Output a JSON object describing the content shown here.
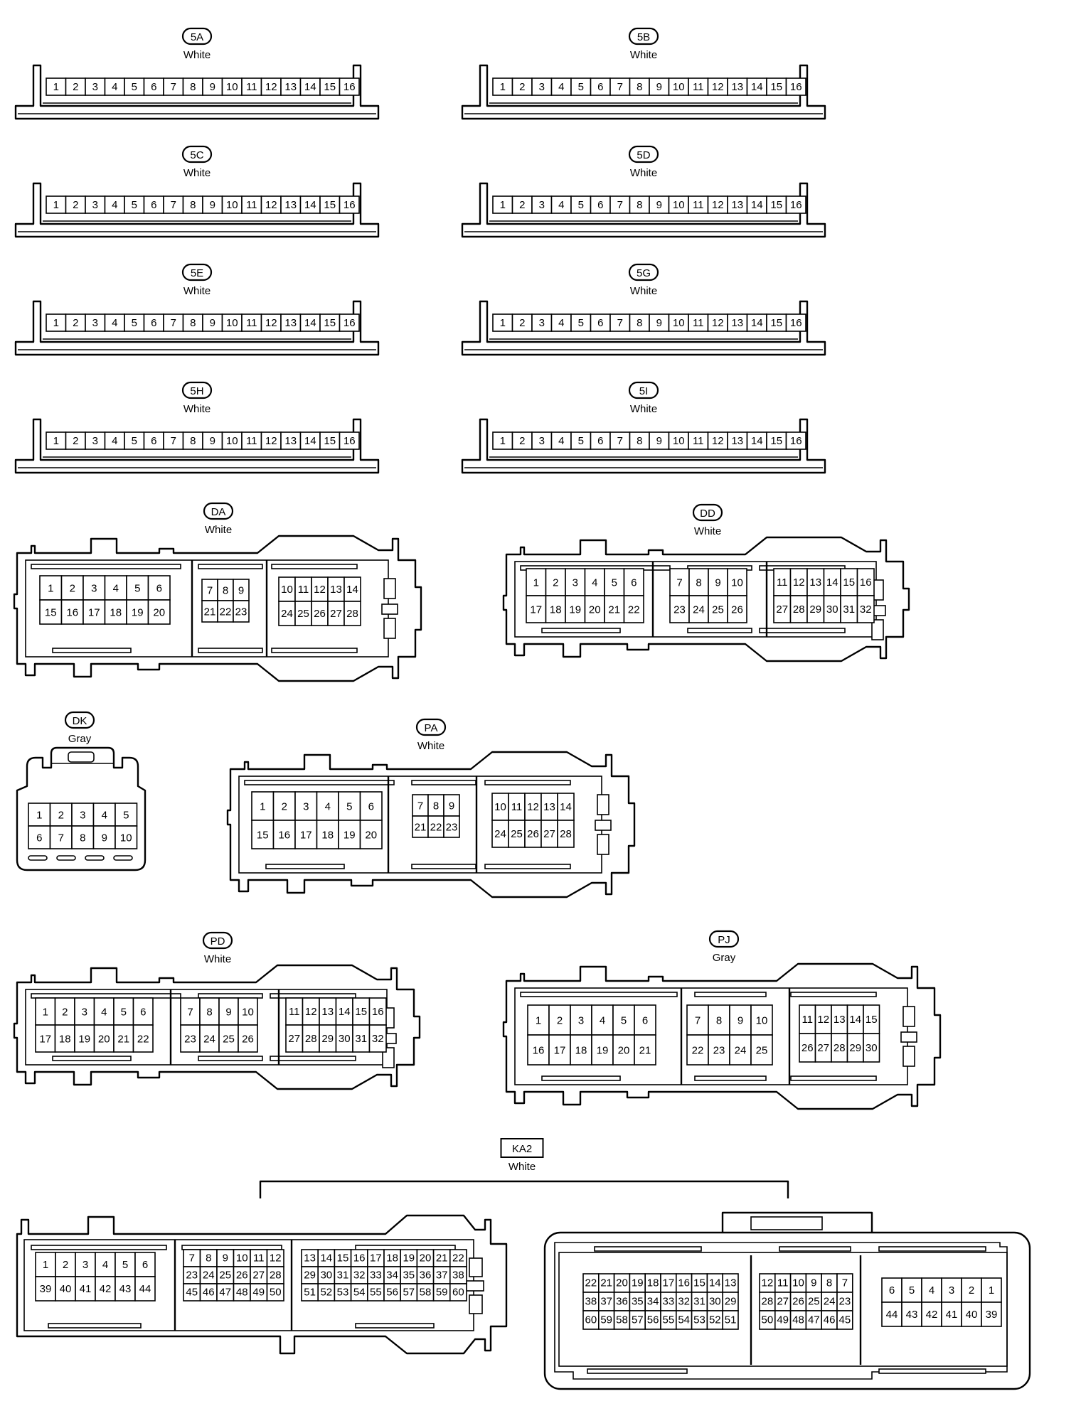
{
  "connectors": {
    "c5A": {
      "code": "5A",
      "color": "White",
      "pins": [
        "1",
        "2",
        "3",
        "4",
        "5",
        "6",
        "7",
        "8",
        "9",
        "10",
        "11",
        "12",
        "13",
        "14",
        "15",
        "16"
      ]
    },
    "c5B": {
      "code": "5B",
      "color": "White",
      "pins": [
        "1",
        "2",
        "3",
        "4",
        "5",
        "6",
        "7",
        "8",
        "9",
        "10",
        "11",
        "12",
        "13",
        "14",
        "15",
        "16"
      ]
    },
    "c5C": {
      "code": "5C",
      "color": "White",
      "pins": [
        "1",
        "2",
        "3",
        "4",
        "5",
        "6",
        "7",
        "8",
        "9",
        "10",
        "11",
        "12",
        "13",
        "14",
        "15",
        "16"
      ]
    },
    "c5D": {
      "code": "5D",
      "color": "White",
      "pins": [
        "1",
        "2",
        "3",
        "4",
        "5",
        "6",
        "7",
        "8",
        "9",
        "10",
        "11",
        "12",
        "13",
        "14",
        "15",
        "16"
      ]
    },
    "c5E": {
      "code": "5E",
      "color": "White",
      "pins": [
        "1",
        "2",
        "3",
        "4",
        "5",
        "6",
        "7",
        "8",
        "9",
        "10",
        "11",
        "12",
        "13",
        "14",
        "15",
        "16"
      ]
    },
    "c5G": {
      "code": "5G",
      "color": "White",
      "pins": [
        "1",
        "2",
        "3",
        "4",
        "5",
        "6",
        "7",
        "8",
        "9",
        "10",
        "11",
        "12",
        "13",
        "14",
        "15",
        "16"
      ]
    },
    "c5H": {
      "code": "5H",
      "color": "White",
      "pins": [
        "1",
        "2",
        "3",
        "4",
        "5",
        "6",
        "7",
        "8",
        "9",
        "10",
        "11",
        "12",
        "13",
        "14",
        "15",
        "16"
      ]
    },
    "c5I": {
      "code": "5I",
      "color": "White",
      "pins": [
        "1",
        "2",
        "3",
        "4",
        "5",
        "6",
        "7",
        "8",
        "9",
        "10",
        "11",
        "12",
        "13",
        "14",
        "15",
        "16"
      ]
    },
    "DA": {
      "code": "DA",
      "color": "White",
      "blocks": [
        {
          "rows": [
            [
              "1",
              "2",
              "3",
              "4",
              "5",
              "6"
            ],
            [
              "15",
              "16",
              "17",
              "18",
              "19",
              "20"
            ]
          ]
        },
        {
          "rows": [
            [
              "7",
              "8",
              "9"
            ],
            [
              "21",
              "22",
              "23"
            ]
          ]
        },
        {
          "rows": [
            [
              "10",
              "11",
              "12",
              "13",
              "14"
            ],
            [
              "24",
              "25",
              "26",
              "27",
              "28"
            ]
          ]
        }
      ]
    },
    "DD": {
      "code": "DD",
      "color": "White",
      "blocks": [
        {
          "rows": [
            [
              "1",
              "2",
              "3",
              "4",
              "5",
              "6"
            ],
            [
              "17",
              "18",
              "19",
              "20",
              "21",
              "22"
            ]
          ]
        },
        {
          "rows": [
            [
              "7",
              "8",
              "9",
              "10"
            ],
            [
              "23",
              "24",
              "25",
              "26"
            ]
          ]
        },
        {
          "rows": [
            [
              "11",
              "12",
              "13",
              "14",
              "15",
              "16"
            ],
            [
              "27",
              "28",
              "29",
              "30",
              "31",
              "32"
            ]
          ]
        }
      ]
    },
    "DK": {
      "code": "DK",
      "color": "Gray",
      "rows": [
        [
          "1",
          "2",
          "3",
          "4",
          "5"
        ],
        [
          "6",
          "7",
          "8",
          "9",
          "10"
        ]
      ]
    },
    "PA": {
      "code": "PA",
      "color": "White",
      "blocks": [
        {
          "rows": [
            [
              "1",
              "2",
              "3",
              "4",
              "5",
              "6"
            ],
            [
              "15",
              "16",
              "17",
              "18",
              "19",
              "20"
            ]
          ]
        },
        {
          "rows": [
            [
              "7",
              "8",
              "9"
            ],
            [
              "21",
              "22",
              "23"
            ]
          ]
        },
        {
          "rows": [
            [
              "10",
              "11",
              "12",
              "13",
              "14"
            ],
            [
              "24",
              "25",
              "26",
              "27",
              "28"
            ]
          ]
        }
      ]
    },
    "PD": {
      "code": "PD",
      "color": "White",
      "blocks": [
        {
          "rows": [
            [
              "1",
              "2",
              "3",
              "4",
              "5",
              "6"
            ],
            [
              "17",
              "18",
              "19",
              "20",
              "21",
              "22"
            ]
          ]
        },
        {
          "rows": [
            [
              "7",
              "8",
              "9",
              "10"
            ],
            [
              "23",
              "24",
              "25",
              "26"
            ]
          ]
        },
        {
          "rows": [
            [
              "11",
              "12",
              "13",
              "14",
              "15",
              "16"
            ],
            [
              "27",
              "28",
              "29",
              "30",
              "31",
              "32"
            ]
          ]
        }
      ]
    },
    "PJ": {
      "code": "PJ",
      "color": "Gray",
      "blocks": [
        {
          "rows": [
            [
              "1",
              "2",
              "3",
              "4",
              "5",
              "6"
            ],
            [
              "16",
              "17",
              "18",
              "19",
              "20",
              "21"
            ]
          ]
        },
        {
          "rows": [
            [
              "7",
              "8",
              "9",
              "10"
            ],
            [
              "22",
              "23",
              "24",
              "25"
            ]
          ]
        },
        {
          "rows": [
            [
              "11",
              "12",
              "13",
              "14",
              "15"
            ],
            [
              "26",
              "27",
              "28",
              "29",
              "30"
            ]
          ]
        }
      ]
    },
    "KA2": {
      "code": "KA2",
      "color": "White",
      "left": [
        {
          "rows": [
            [
              "1",
              "2",
              "3",
              "4",
              "5",
              "6"
            ],
            [
              "39",
              "40",
              "41",
              "42",
              "43",
              "44"
            ]
          ]
        },
        {
          "rows": [
            [
              "7",
              "8",
              "9",
              "10",
              "11",
              "12"
            ],
            [
              "23",
              "24",
              "25",
              "26",
              "27",
              "28"
            ],
            [
              "45",
              "46",
              "47",
              "48",
              "49",
              "50"
            ]
          ]
        },
        {
          "rows": [
            [
              "13",
              "14",
              "15",
              "16",
              "17",
              "18",
              "19",
              "20",
              "21",
              "22"
            ],
            [
              "29",
              "30",
              "31",
              "32",
              "33",
              "34",
              "35",
              "36",
              "37",
              "38"
            ],
            [
              "51",
              "52",
              "53",
              "54",
              "55",
              "56",
              "57",
              "58",
              "59",
              "60"
            ]
          ]
        }
      ],
      "right": [
        {
          "rows": [
            [
              "22",
              "21",
              "20",
              "19",
              "18",
              "17",
              "16",
              "15",
              "14",
              "13"
            ],
            [
              "38",
              "37",
              "36",
              "35",
              "34",
              "33",
              "32",
              "31",
              "30",
              "29"
            ],
            [
              "60",
              "59",
              "58",
              "57",
              "56",
              "55",
              "54",
              "53",
              "52",
              "51"
            ]
          ]
        },
        {
          "rows": [
            [
              "12",
              "11",
              "10",
              "9",
              "8",
              "7"
            ],
            [
              "28",
              "27",
              "26",
              "25",
              "24",
              "23"
            ],
            [
              "50",
              "49",
              "48",
              "47",
              "46",
              "45"
            ]
          ]
        },
        {
          "rows": [
            [
              "6",
              "5",
              "4",
              "3",
              "2",
              "1"
            ],
            [
              "44",
              "43",
              "42",
              "41",
              "40",
              "39"
            ]
          ]
        }
      ]
    }
  }
}
